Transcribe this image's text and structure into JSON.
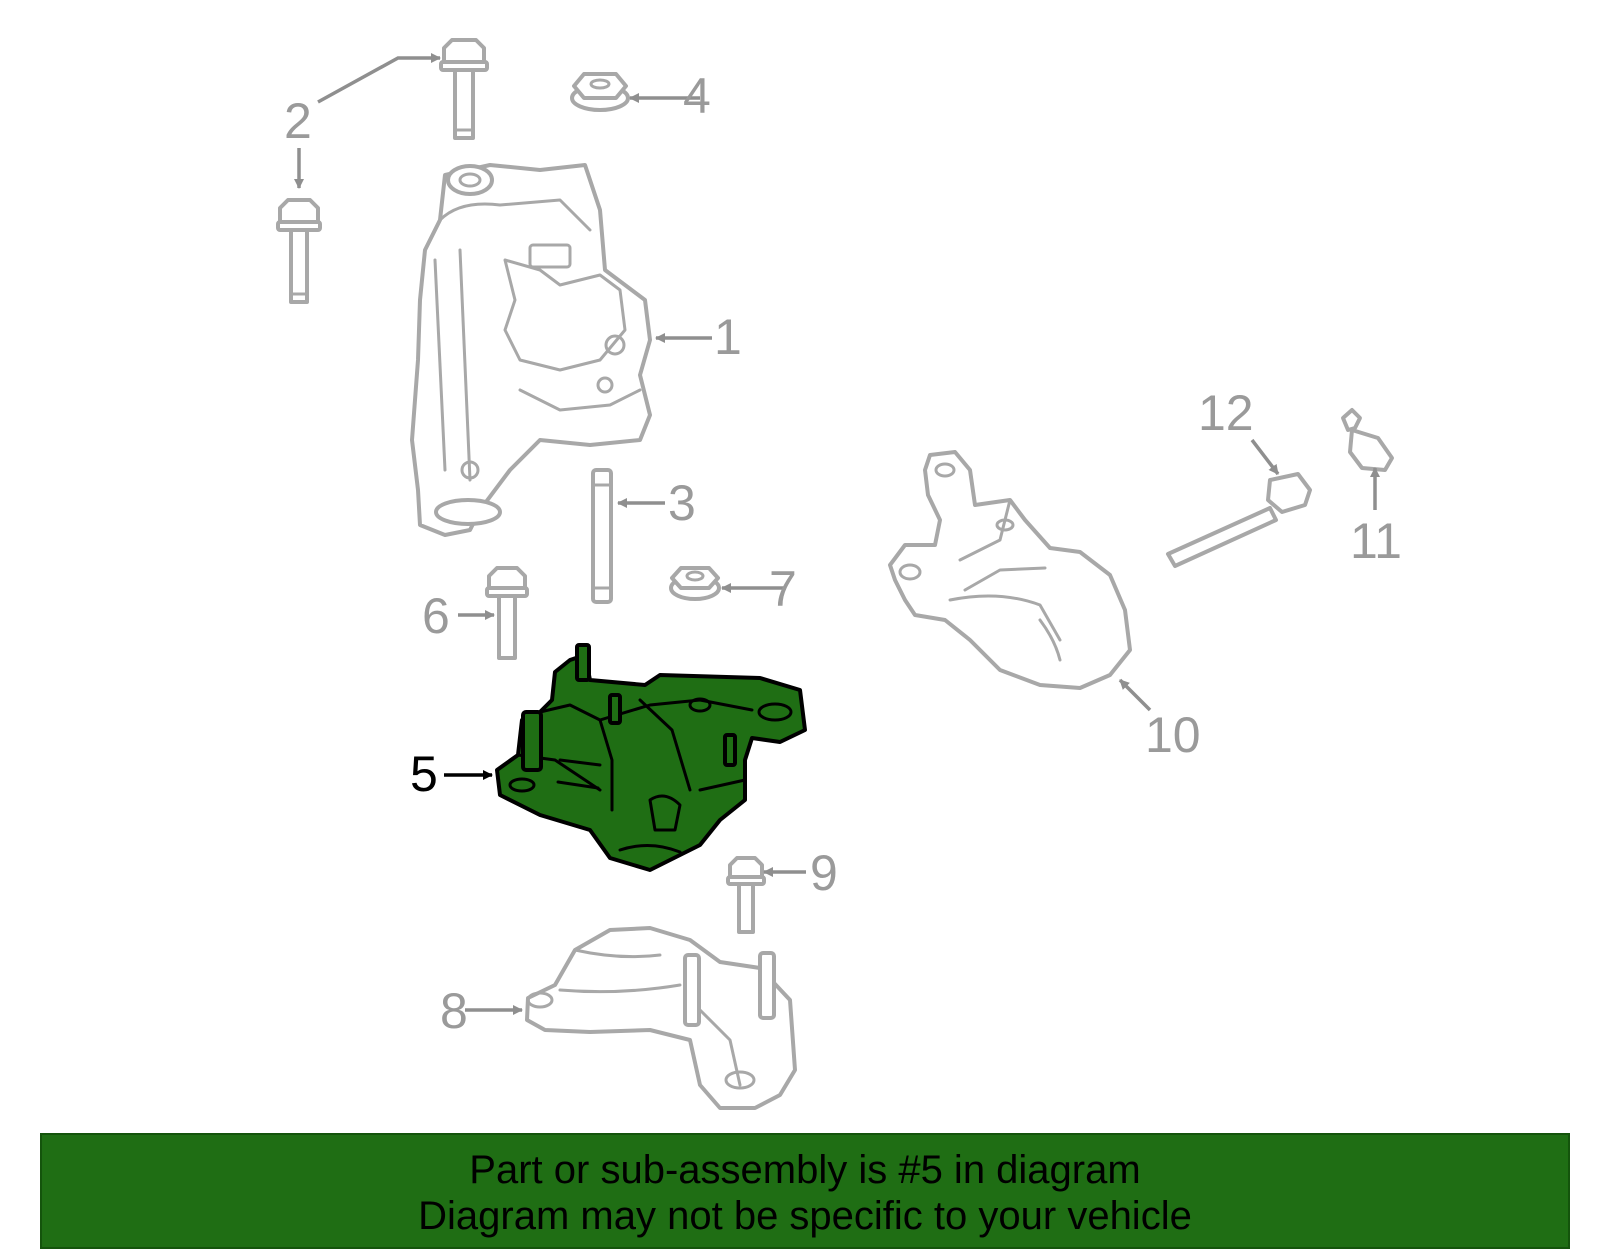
{
  "callouts": {
    "c1": "1",
    "c2": "2",
    "c3": "3",
    "c4": "4",
    "c5": "5",
    "c6": "6",
    "c7": "7",
    "c8": "8",
    "c9": "9",
    "c10": "10",
    "c11": "11",
    "c12": "12"
  },
  "highlighted_part": "5",
  "colors": {
    "highlight": "#1f6e14",
    "outline": "#a8a8a8",
    "callout_text": "#9a9a9a"
  },
  "banner": {
    "line1": "Part or sub-assembly is #5 in diagram",
    "line2": "Diagram may not be specific to your vehicle"
  }
}
